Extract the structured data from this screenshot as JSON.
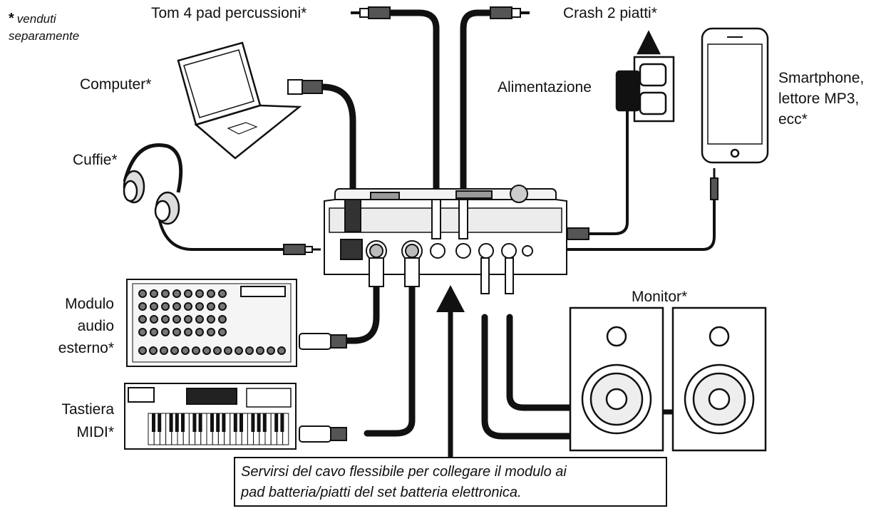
{
  "labels": {
    "footnote_star": "*",
    "footnote_text": "venduti",
    "footnote_text2": "separamente",
    "tom": "Tom 4 pad percussioni*",
    "crash": "Crash 2 piatti*",
    "computer": "Computer*",
    "power": "Alimentazione",
    "smartphone_1": "Smartphone,",
    "smartphone_2": "lettore MP3,",
    "smartphone_3": "ecc*",
    "headphones": "Cuffie*",
    "module_1": "Modulo",
    "module_2": "audio",
    "module_3": "esterno*",
    "keyboard_1": "Tastiera",
    "keyboard_2": "MIDI*",
    "monitor": "Monitor*"
  },
  "callout": {
    "line1": "Servirsi del cavo flessibile per collegare il modulo ai",
    "line2": "pad batteria/piatti del set batteria elettronica."
  },
  "colors": {
    "line": "#111111",
    "fill": "#ffffff",
    "panel": "#e9e9e9"
  }
}
